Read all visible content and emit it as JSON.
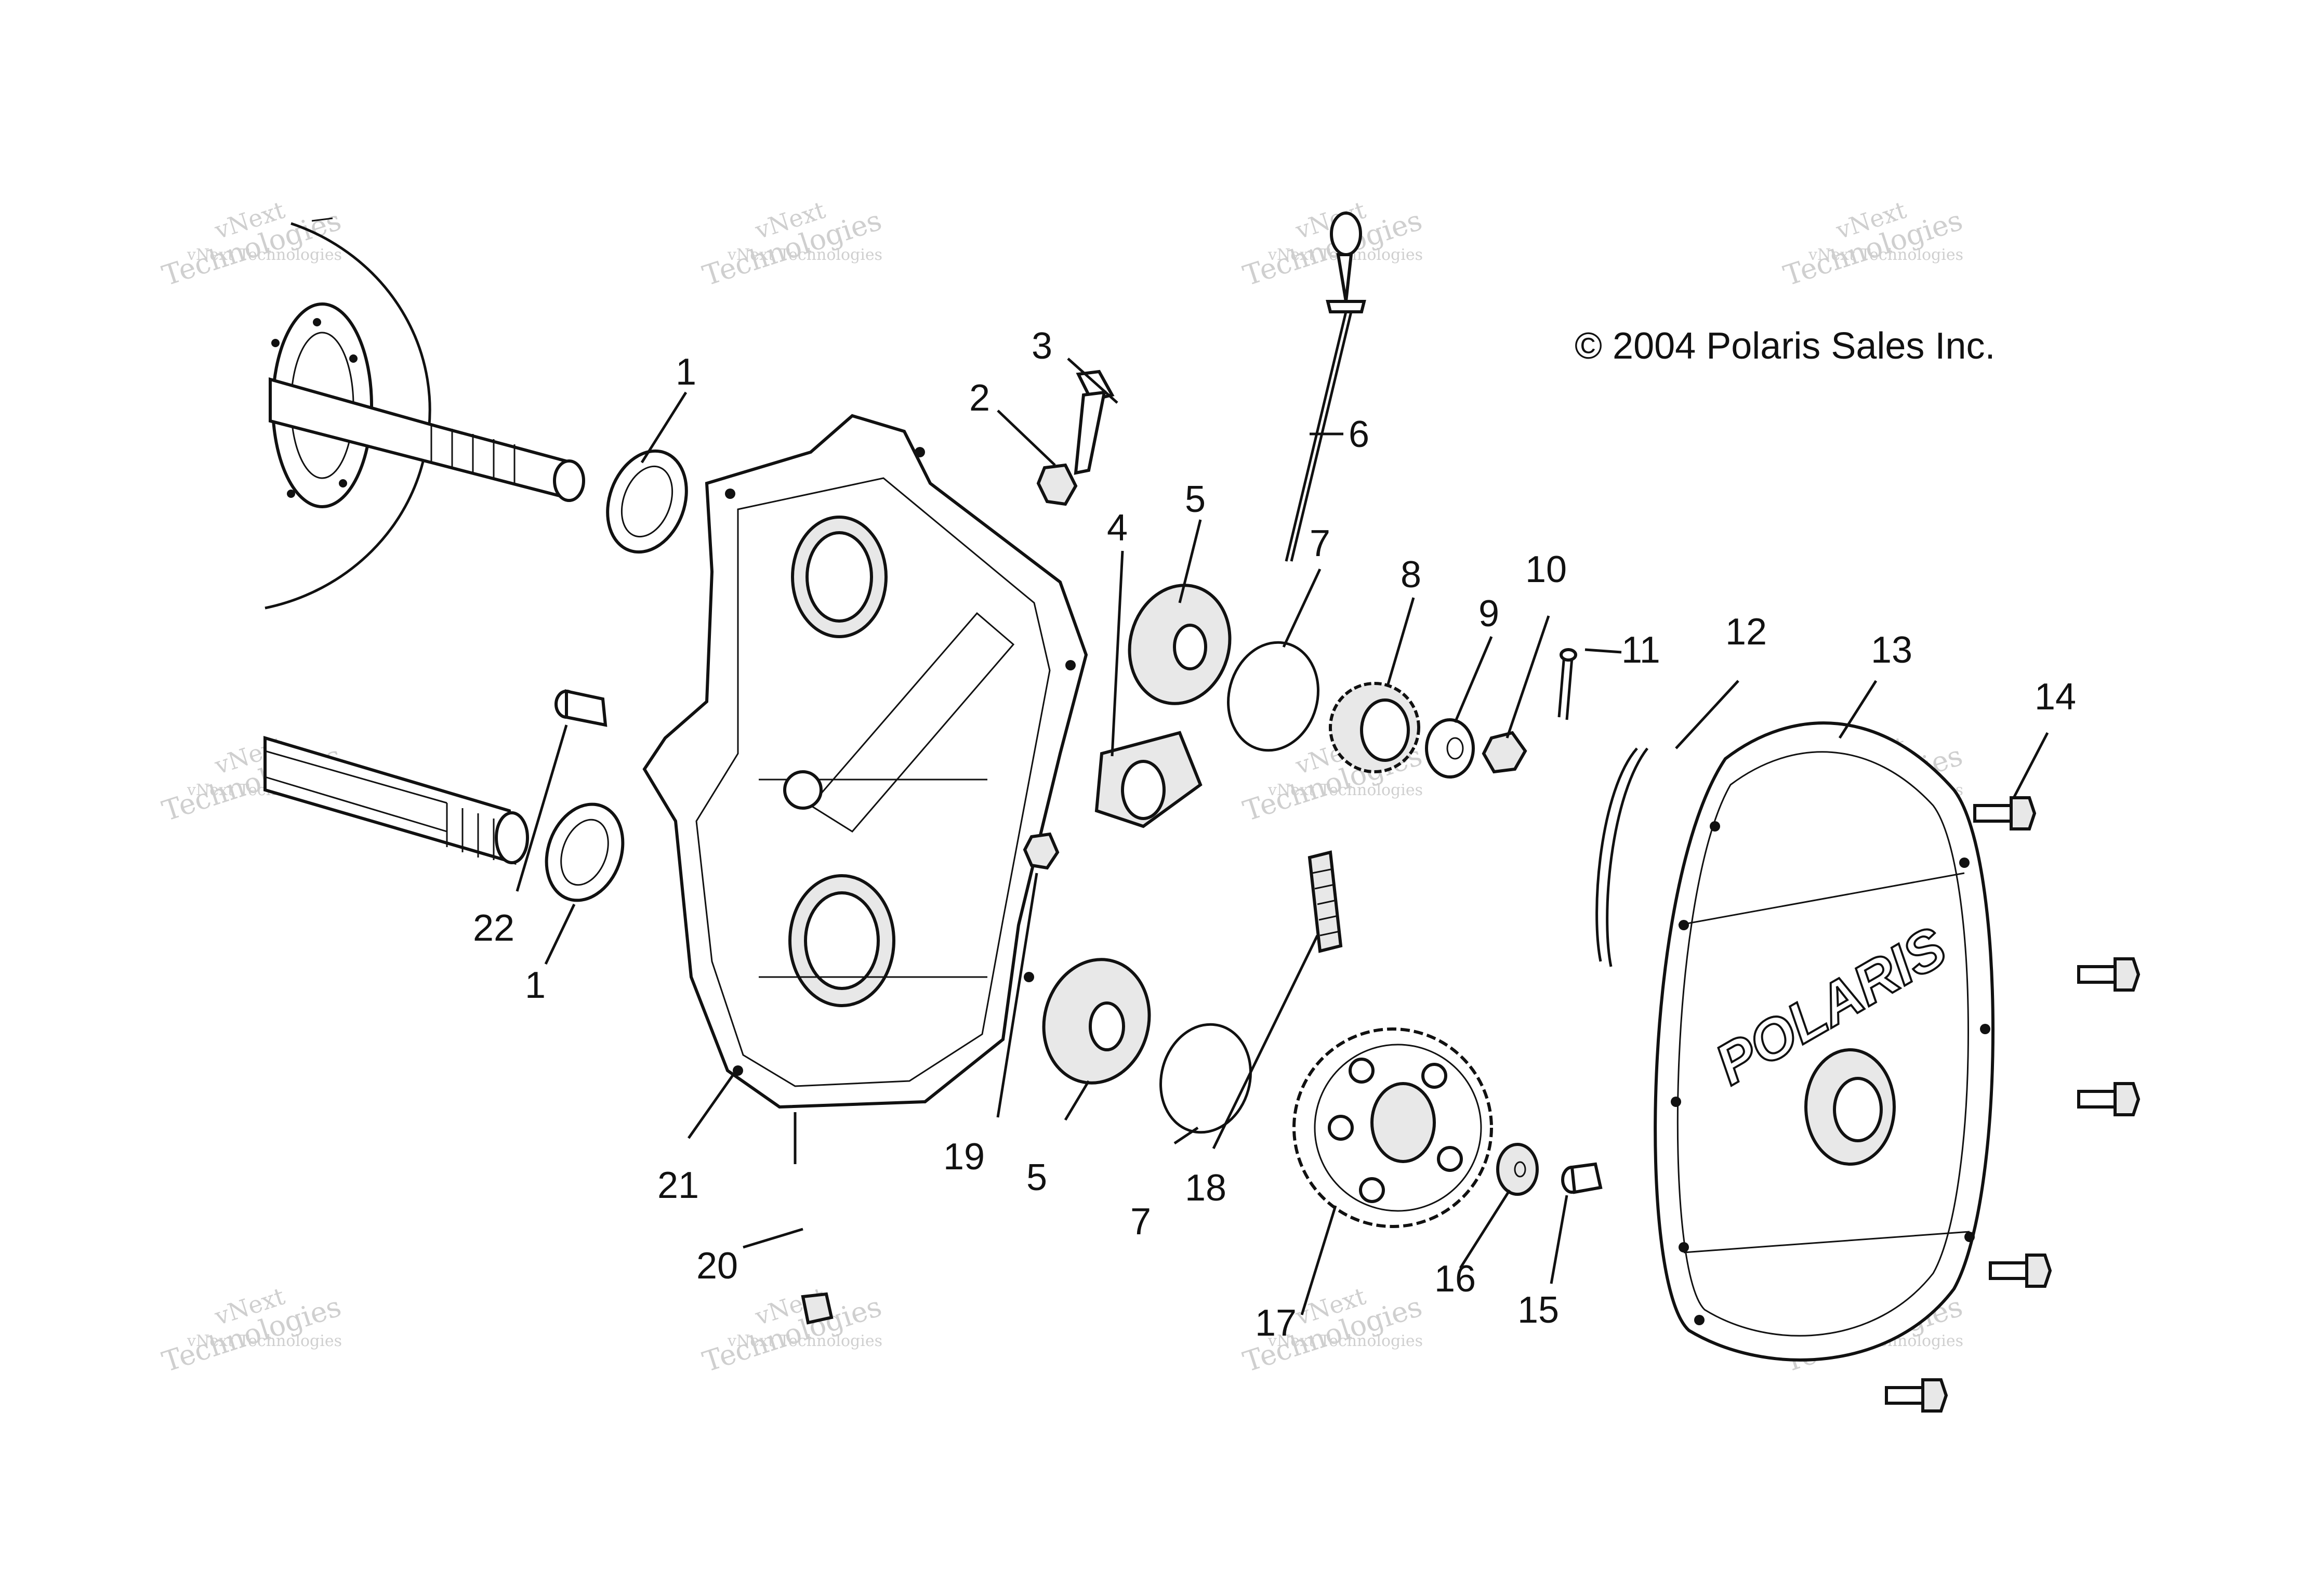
{
  "copyright": "© 2004 Polaris Sales Inc.",
  "watermark": {
    "line1": "vNext Technologies",
    "line2": "vNext",
    "line3": "Technologies"
  },
  "brand_on_cover": "POLARIS",
  "callouts": {
    "c1a": "1",
    "c1b": "1",
    "c2": "2",
    "c3": "3",
    "c4": "4",
    "c5a": "5",
    "c5b": "5",
    "c6": "6",
    "c7a": "7",
    "c7b": "7",
    "c8": "8",
    "c9": "9",
    "c10": "10",
    "c11": "11",
    "c12": "12",
    "c13": "13",
    "c14": "14",
    "c15": "15",
    "c16": "16",
    "c17": "17",
    "c18": "18",
    "c19": "19",
    "c20": "20",
    "c21": "21",
    "c22": "22"
  }
}
